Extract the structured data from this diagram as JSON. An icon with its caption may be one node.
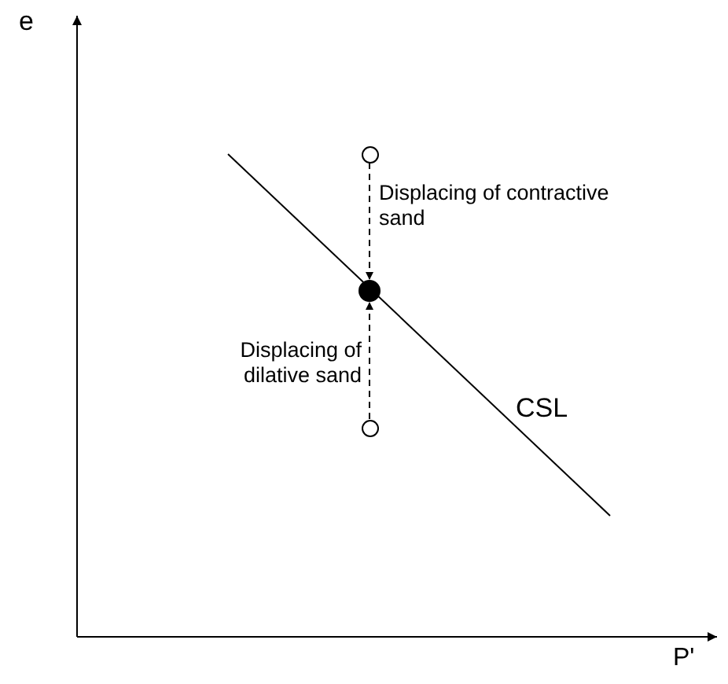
{
  "diagram": {
    "nodes": [
      {
        "text": [],
        "shape": "circle"
      },
      {
        "text": [],
        "shape": "circle"
      },
      {
        "text": [],
        "shape": "circle"
      }
    ],
    "edges": [
      {
        "from": 0,
        "to": 1,
        "arrow": "to",
        "label": "Displacing of contractive sand",
        "style": "dashed"
      },
      {
        "from": 2,
        "to": 1,
        "arrow": "to",
        "label": "Displacing of dilative sand",
        "style": "dashed"
      }
    ],
    "labels": [
      "e",
      "P'",
      "CSL"
    ]
  }
}
